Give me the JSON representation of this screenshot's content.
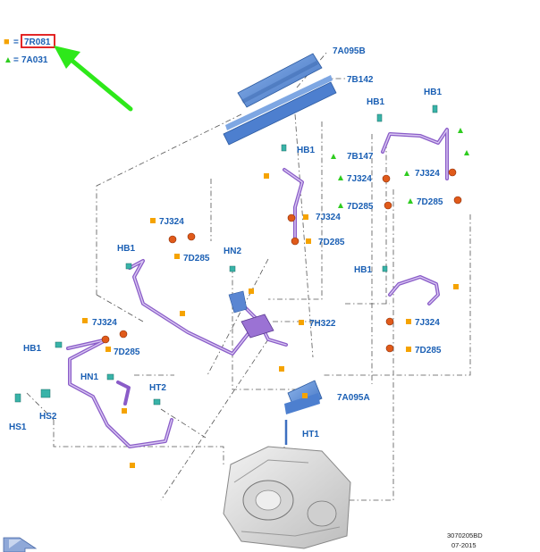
{
  "legend": {
    "square_symbol": "■",
    "square_equals": "=",
    "square_part": "7R081",
    "triangle_symbol": "▲",
    "triangle_equals": "=",
    "triangle_part": "7A031"
  },
  "labels": {
    "p7A095B": "7A095B",
    "p7B142": "7B142",
    "hb1_a": "HB1",
    "hb1_b": "HB1",
    "hb1_c": "HB1",
    "hb1_d": "HB1",
    "hb1_e": "HB1",
    "hb1_f": "HB1",
    "p7B147": "7B147",
    "p7J324_r1": "7J324",
    "p7J324_r2": "7J324",
    "p7D285_r1": "7D285",
    "p7D285_r2": "7D285",
    "p7J324_c": "7J324",
    "p7D285_c": "7D285",
    "p7J324_l1": "7J324",
    "p7D285_l1": "7D285",
    "hn2": "HN2",
    "p7H322": "7H322",
    "p7J324_l2": "7J324",
    "p7D285_l2": "7D285",
    "p7J324_r3": "7J324",
    "p7D285_r3": "7D285",
    "hn1": "HN1",
    "ht2": "HT2",
    "hs1": "HS1",
    "hs2": "HS2",
    "p7A095A": "7A095A",
    "ht1": "HT1"
  },
  "footer": {
    "code": "3070205BD",
    "date": "07-2015"
  },
  "colors": {
    "label": "#1a5fb4",
    "square": "#f5a300",
    "triangle": "#2ecc1f",
    "highlight_box": "#e01010",
    "arrow": "#2ee81a",
    "tube": "#8a5cc8",
    "cooler": "#5b8fd6"
  },
  "icons": {
    "corner": "orientation-arrow-icon"
  }
}
